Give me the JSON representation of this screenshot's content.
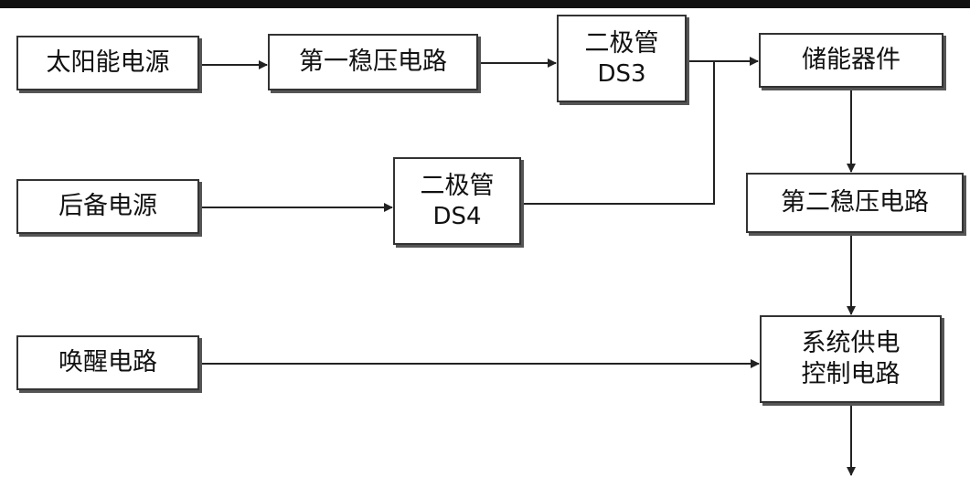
{
  "diagram": {
    "nodes": {
      "solar": {
        "label": "太阳能电源"
      },
      "regulator1": {
        "label": "第一稳压电路"
      },
      "diode_ds3": {
        "label": "二极管",
        "sublabel": "DS3"
      },
      "storage": {
        "label": "储能器件"
      },
      "backup": {
        "label": "后备电源"
      },
      "diode_ds4": {
        "label": "二极管",
        "sublabel": "DS4"
      },
      "regulator2": {
        "label": "第二稳压电路"
      },
      "wakeup": {
        "label": "唤醒电路"
      },
      "power_ctrl": {
        "label": "系统供电",
        "label2": "控制电路"
      }
    },
    "edges": [
      {
        "from": "solar",
        "to": "regulator1"
      },
      {
        "from": "regulator1",
        "to": "diode_ds3"
      },
      {
        "from": "diode_ds3",
        "to": "storage"
      },
      {
        "from": "diode_ds4",
        "to": "storage"
      },
      {
        "from": "backup",
        "to": "diode_ds4"
      },
      {
        "from": "storage",
        "to": "regulator2"
      },
      {
        "from": "regulator2",
        "to": "power_ctrl"
      },
      {
        "from": "wakeup",
        "to": "power_ctrl"
      },
      {
        "from": "power_ctrl",
        "to": "output"
      }
    ],
    "colors": {
      "line": "#222222",
      "border": "#333333",
      "shadow": "#555555",
      "top_bar": "#111111"
    }
  }
}
